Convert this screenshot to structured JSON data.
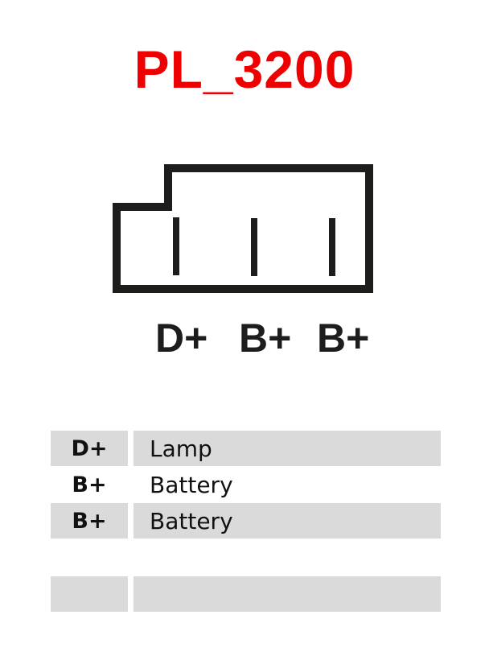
{
  "title": "PL_3200",
  "colors": {
    "title": "#ee0000",
    "outline": "#1d1d1b",
    "row_shade": "#dadada"
  },
  "connector": {
    "pins": [
      {
        "label": "D+"
      },
      {
        "label": "B+"
      },
      {
        "label": "B+"
      }
    ]
  },
  "table": {
    "rows": [
      {
        "pin": "D+",
        "function": "Lamp",
        "shaded": true
      },
      {
        "pin": "B+",
        "function": "Battery",
        "shaded": false
      },
      {
        "pin": "B+",
        "function": "Battery",
        "shaded": true
      },
      {
        "pin": "",
        "function": "",
        "shaded": false
      },
      {
        "pin": "",
        "function": "",
        "shaded": true
      }
    ]
  }
}
